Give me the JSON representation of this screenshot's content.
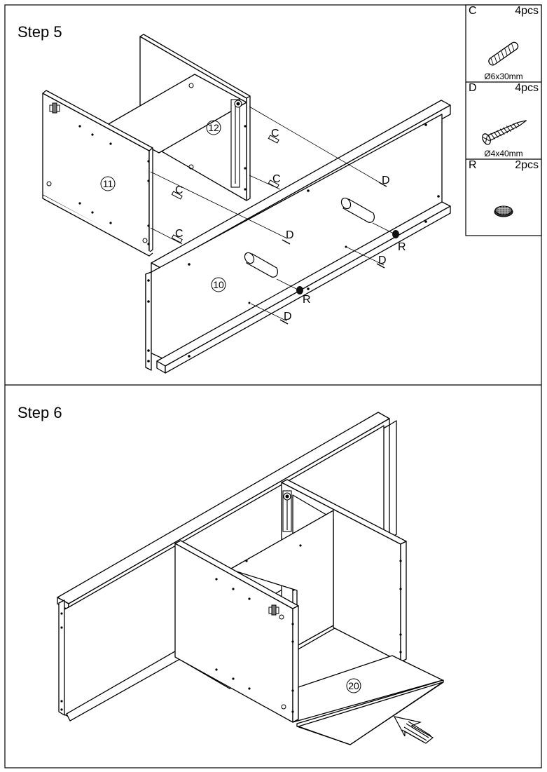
{
  "steps": [
    {
      "title": "Step 5"
    },
    {
      "title": "Step 6"
    }
  ],
  "parts": [
    {
      "letter": "C",
      "qty": "4pcs",
      "size": "Ø6x30mm",
      "icon": "dowel-icon"
    },
    {
      "letter": "D",
      "qty": "4pcs",
      "size": "Ø4x40mm",
      "icon": "screw-icon"
    },
    {
      "letter": "R",
      "qty": "2pcs",
      "size": "",
      "icon": "round-pad-icon"
    }
  ],
  "labels": {
    "c": "C",
    "d": "D",
    "r": "R",
    "panel_10": "10",
    "panel_11": "11",
    "panel_12": "12",
    "panel_20": "20"
  }
}
